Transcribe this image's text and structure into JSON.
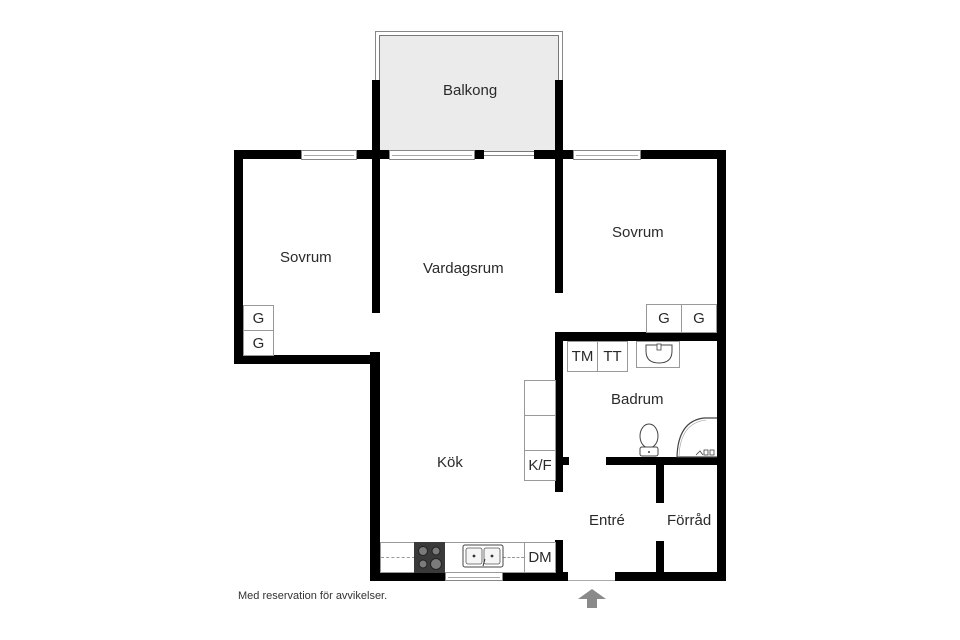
{
  "plan": {
    "rooms": {
      "balcony": "Balkong",
      "bedroom_left": "Sovrum",
      "living_room": "Vardagsrum",
      "bedroom_right": "Sovrum",
      "bathroom": "Badrum",
      "kitchen": "Kök",
      "entrance": "Entré",
      "storage": "Förråd"
    },
    "fixtures": {
      "wardrobe_left_1": "G",
      "wardrobe_left_2": "G",
      "wardrobe_right_1": "G",
      "wardrobe_right_2": "G",
      "washing_machine": "TM",
      "tumble_dryer": "TT",
      "fridge_freezer": "K/F",
      "dishwasher": "DM"
    },
    "entrance_marker": "entrance-arrow"
  },
  "footer": {
    "disclaimer": "Med reservation för avvikelser."
  },
  "colors": {
    "wall": "#000000",
    "balcony_fill": "#ebebeb",
    "arrow": "#8a8a8a"
  }
}
